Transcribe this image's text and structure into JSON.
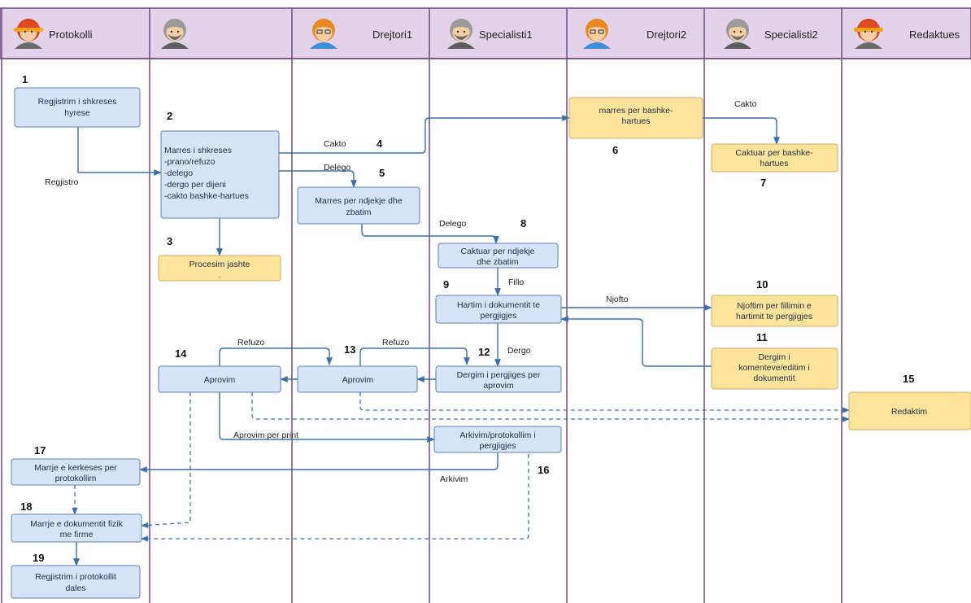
{
  "colors": {
    "header_bg": "#e4d2ea",
    "lane_border": "#6f4a80",
    "task_blue": "#d7e3f6",
    "task_yellow": "#fde49a",
    "box_border": "#5b7fb5",
    "arrow": "#3d6fae"
  },
  "lanes": [
    {
      "title": "Protokolli",
      "avatar": "red-hat-person-icon"
    },
    {
      "title": "",
      "avatar": "gray-bearded-person-icon"
    },
    {
      "title": "Drejtori1",
      "avatar": "orange-hair-glasses-person-icon"
    },
    {
      "title": "Specialisti1",
      "avatar": "gray-bearded-person-icon"
    },
    {
      "title": "Drejtori2",
      "avatar": "orange-hair-glasses-person-icon"
    },
    {
      "title": "Specialisti2",
      "avatar": "gray-bearded-person-icon"
    },
    {
      "title": "Redaktues",
      "avatar": "red-hat-person-icon"
    }
  ],
  "tasks": {
    "t1": {
      "num": "1",
      "lines": [
        "Regjistrim i shkreses",
        "hyrese"
      ]
    },
    "t2": {
      "num": "2",
      "lines": [
        "Marres i shkreses",
        "-prano/refuzo",
        "-delego",
        "-dergo per dijeni",
        "-cakto bashke-hartues"
      ]
    },
    "t3": {
      "num": "3",
      "lines": [
        "Procesim jashte",
        "."
      ]
    },
    "t5": {
      "num": "5",
      "lines": [
        "Marres per ndjekje dhe",
        "zbatim"
      ]
    },
    "t6": {
      "num": "6",
      "lines": [
        "marres per bashke-",
        "hartues"
      ]
    },
    "t7": {
      "num": "7",
      "lines": [
        "Caktuar per bashke-",
        "hartues"
      ]
    },
    "t8": {
      "num": "8",
      "lines": [
        "Caktuar per ndjekje",
        "dhe zbatim"
      ]
    },
    "t9": {
      "num": "9",
      "lines": [
        "Hartim i dokumentit te",
        "pergjigjes"
      ]
    },
    "t10": {
      "num": "10",
      "lines": [
        "Njoftim per fillimin e",
        "hartimit te pergjigjes"
      ]
    },
    "t11": {
      "num": "11",
      "lines": [
        "Dergim i",
        "komenteve/editim i",
        "dokumentit"
      ]
    },
    "t12": {
      "num": "12",
      "lines": [
        "Dergim i pergjiges per",
        "aprovim"
      ]
    },
    "t13": {
      "num": "13",
      "lines": [
        "Aprovim"
      ]
    },
    "t14": {
      "num": "14",
      "lines": [
        "Aprovim"
      ]
    },
    "t15": {
      "num": "15",
      "lines": [
        "Redaktim"
      ]
    },
    "t16": {
      "num": "16",
      "lines": [
        "Arkivim/protokollim i",
        "pergjigjes"
      ]
    },
    "t17": {
      "num": "17",
      "lines": [
        "Marrje e kerkeses per",
        "protokollim"
      ]
    },
    "t18": {
      "num": "18",
      "lines": [
        "Marrje e dokumentit fizik",
        "me firme"
      ]
    },
    "t19": {
      "num": "19",
      "lines": [
        "Regjistrim i protokollit",
        "dales"
      ]
    }
  },
  "num4": "4",
  "labels": {
    "regjistro": "Regjistro",
    "cakto_4": "Cakto",
    "delego_5": "Delego",
    "cakto_7": "Cakto",
    "delego_8": "Delego",
    "fillo": "Fillo",
    "njofto": "Njofto",
    "dergo": "Dergo",
    "refuzo_13": "Refuzo",
    "refuzo_14": "Refuzo",
    "aprovim_per_print": "Aprovim per print",
    "arkivim": "Arkivim"
  }
}
